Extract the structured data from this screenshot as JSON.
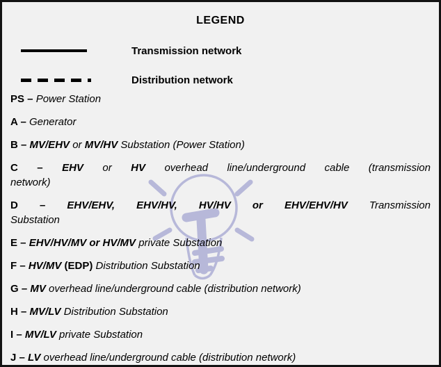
{
  "colors": {
    "border": "#121212",
    "background": "#f1f1f1",
    "text": "#000000",
    "watermark": "#b7b8d9"
  },
  "legend": {
    "title": "LEGEND",
    "line_samples": [
      {
        "style": "solid",
        "label": "Transmission network"
      },
      {
        "style": "dashed",
        "label": "Distribution network"
      }
    ],
    "entries": [
      {
        "key": "PS",
        "lines": [
          {
            "justify": false,
            "segments": [
              {
                "t": "PS – ",
                "s": "k"
              },
              {
                "t": "Power Station",
                "s": "i"
              }
            ]
          }
        ]
      },
      {
        "key": "A",
        "lines": [
          {
            "justify": false,
            "segments": [
              {
                "t": "A – ",
                "s": "k"
              },
              {
                "t": "Generator",
                "s": "i"
              }
            ]
          }
        ]
      },
      {
        "key": "B",
        "lines": [
          {
            "justify": false,
            "segments": [
              {
                "t": "B – ",
                "s": "k"
              },
              {
                "t": "MV/EHV",
                "s": "bi"
              },
              {
                "t": " or ",
                "s": "i"
              },
              {
                "t": "MV/HV",
                "s": "bi"
              },
              {
                "t": " Substation (Power Station)",
                "s": "i"
              }
            ]
          }
        ]
      },
      {
        "key": "C",
        "lines": [
          {
            "justify": true,
            "segments": [
              {
                "t": "C – ",
                "s": "k"
              },
              {
                "t": "EHV",
                "s": "bi"
              },
              {
                "t": " or ",
                "s": "i"
              },
              {
                "t": "HV",
                "s": "bi"
              },
              {
                "t": " overhead line/underground cable (transmission",
                "s": "i"
              }
            ]
          },
          {
            "justify": false,
            "segments": [
              {
                "t": "network)",
                "s": "i"
              }
            ]
          }
        ]
      },
      {
        "key": "D",
        "lines": [
          {
            "justify": true,
            "segments": [
              {
                "t": "D – ",
                "s": "k"
              },
              {
                "t": "EHV/EHV, EHV/HV, HV/HV or EHV/EHV/HV",
                "s": "bi"
              },
              {
                "t": " Transmission",
                "s": "i"
              }
            ]
          },
          {
            "justify": false,
            "segments": [
              {
                "t": "Substation",
                "s": "i"
              }
            ]
          }
        ]
      },
      {
        "key": "E",
        "lines": [
          {
            "justify": false,
            "segments": [
              {
                "t": "E – ",
                "s": "k"
              },
              {
                "t": "EHV/HV/MV or HV/MV",
                "s": "bi"
              },
              {
                "t": " private Substation",
                "s": "i"
              }
            ]
          }
        ]
      },
      {
        "key": "F",
        "lines": [
          {
            "justify": false,
            "segments": [
              {
                "t": "F – ",
                "s": "k"
              },
              {
                "t": "HV/MV",
                "s": "bi"
              },
              {
                "t": " ",
                "s": "i"
              },
              {
                "t": "(EDP)",
                "s": "b"
              },
              {
                "t": " Distribution Substation",
                "s": "i"
              }
            ]
          }
        ]
      },
      {
        "key": "G",
        "lines": [
          {
            "justify": false,
            "segments": [
              {
                "t": "G – ",
                "s": "k"
              },
              {
                "t": "MV",
                "s": "bi"
              },
              {
                "t": " overhead line/underground cable (distribution network)",
                "s": "i"
              }
            ]
          }
        ]
      },
      {
        "key": "H",
        "lines": [
          {
            "justify": false,
            "segments": [
              {
                "t": "H – ",
                "s": "k"
              },
              {
                "t": "MV/LV",
                "s": "bi"
              },
              {
                "t": " Distribution Substation",
                "s": "i"
              }
            ]
          }
        ]
      },
      {
        "key": "I",
        "lines": [
          {
            "justify": false,
            "segments": [
              {
                "t": "I – ",
                "s": "k"
              },
              {
                "t": "MV/LV",
                "s": "bi"
              },
              {
                "t": " private Substation",
                "s": "i"
              }
            ]
          }
        ]
      },
      {
        "key": "J",
        "lines": [
          {
            "justify": false,
            "segments": [
              {
                "t": "J – ",
                "s": "k"
              },
              {
                "t": "LV",
                "s": "bi"
              },
              {
                "t": " overhead line/underground cable (distribution network)",
                "s": "i"
              }
            ]
          }
        ]
      }
    ]
  },
  "watermark": {
    "icon": "light-bulb-icon"
  }
}
